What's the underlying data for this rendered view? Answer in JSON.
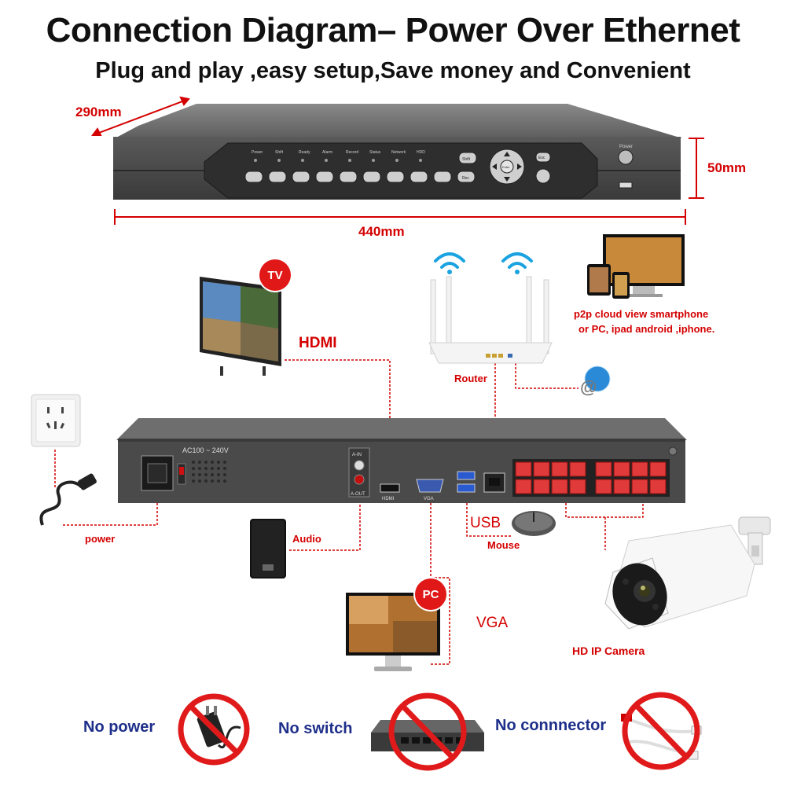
{
  "header": {
    "title": "Connection Diagram– Power Over Ethernet",
    "subtitle": "Plug and play ,easy setup,Save money and Convenient"
  },
  "dimensions": {
    "depth": "290mm",
    "height": "50mm",
    "width": "440mm"
  },
  "front_panel": {
    "indicator_labels": [
      "Power",
      "Shift",
      "Ready",
      "Alarm",
      "Record",
      "Status",
      "Network",
      "HDD"
    ],
    "shift_button": "Shift",
    "rec_button": "Rec",
    "enter_button": "Enter",
    "esc_button": "Esc",
    "power_label": "Power"
  },
  "rear_panel": {
    "power_rating": "AC100 ~ 240V",
    "ain_label": "A-IN",
    "aout_label": "A-OUT",
    "hdmi_port_label": "HDMI",
    "vga_port_label": "VGA"
  },
  "devices": {
    "tv_badge": "TV",
    "pc_badge": "PC",
    "hdmi": "HDMI",
    "router": "Router",
    "p2p_line1": "p2p cloud  view smartphone",
    "p2p_line2": "or PC, ipad android ,iphone.",
    "power": "power",
    "audio": "Audio",
    "usb": "USB",
    "mouse": "Mouse",
    "vga": "VGA",
    "camera": "HD IP Camera"
  },
  "footer": {
    "no_power": "No power",
    "no_switch": "No switch",
    "no_connector": "No connnector"
  },
  "colors": {
    "accent_red": "#d40000",
    "label_blue": "#1d2f8a",
    "device_gray": "#4a4a4a"
  }
}
